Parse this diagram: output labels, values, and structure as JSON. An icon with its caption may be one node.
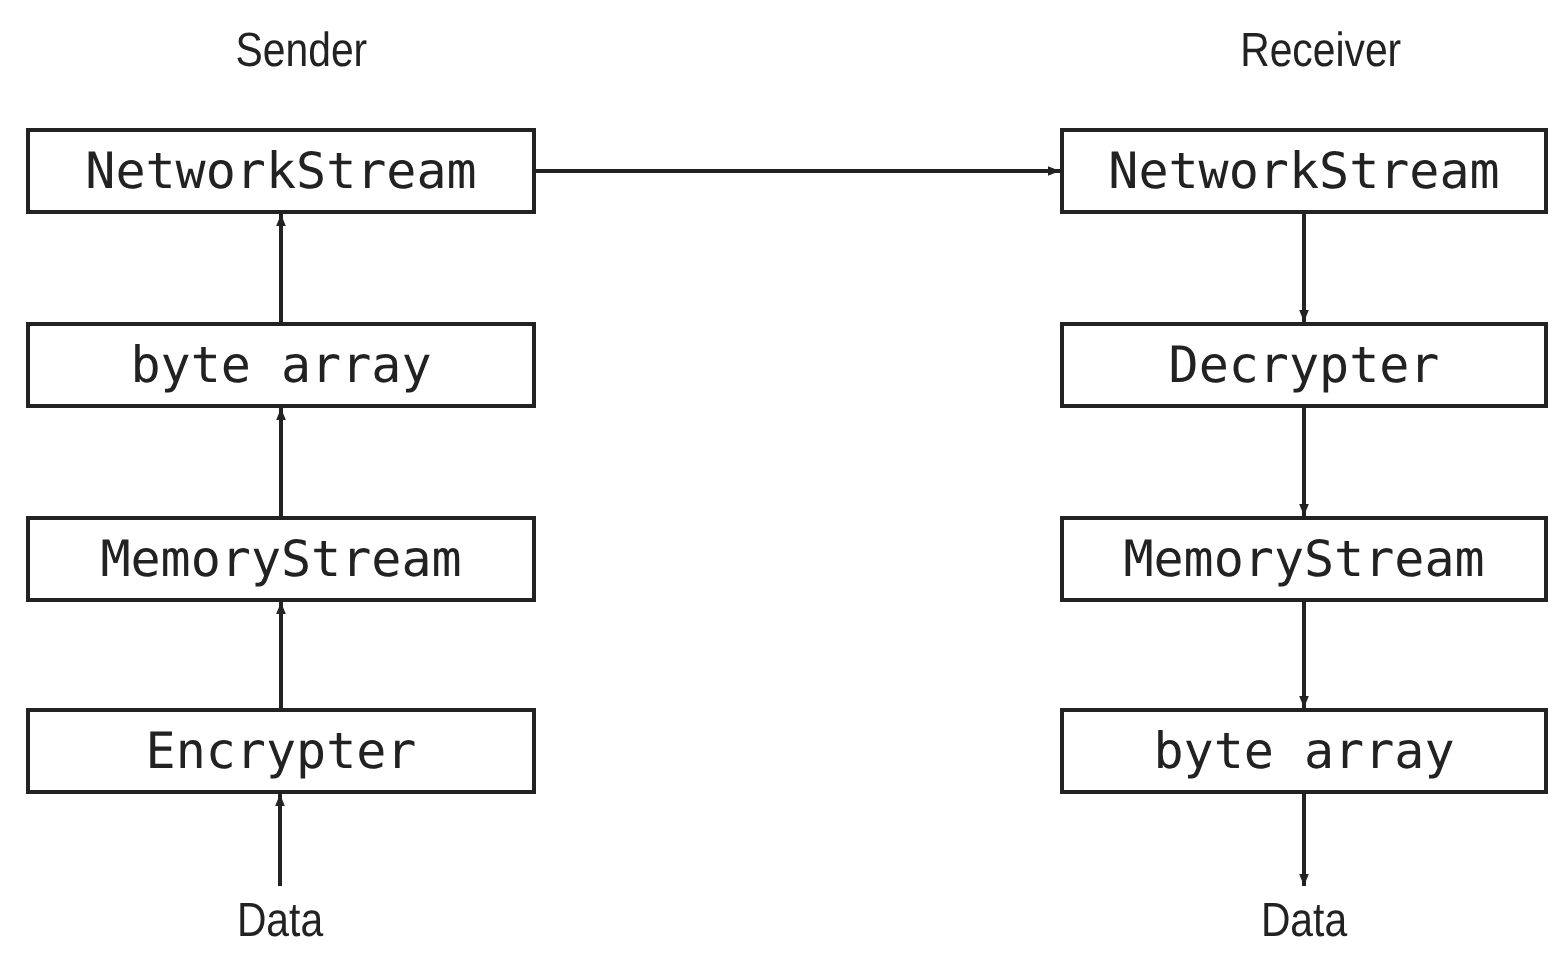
{
  "diagram": {
    "nodes": [
      {
        "text": [
          "NetworkStream"
        ]
      },
      {
        "text": [
          "byte array"
        ]
      },
      {
        "text": [
          "MemoryStream"
        ]
      },
      {
        "text": [
          "Encrypter"
        ]
      },
      {
        "text": [
          "Data"
        ]
      },
      {
        "text": [
          "NetworkStream"
        ]
      },
      {
        "text": [
          "Decrypter"
        ]
      },
      {
        "text": [
          "MemoryStream"
        ]
      },
      {
        "text": [
          "byte array"
        ]
      },
      {
        "text": [
          "Data"
        ]
      }
    ],
    "edges": [
      {
        "from": 1,
        "to": 0,
        "arrow": "to"
      },
      {
        "from": 2,
        "to": 1,
        "arrow": "to"
      },
      {
        "from": 3,
        "to": 2,
        "arrow": "to"
      },
      {
        "from": 4,
        "to": 3,
        "arrow": "to"
      },
      {
        "from": 0,
        "to": 5,
        "arrow": "to"
      },
      {
        "from": 5,
        "to": 6,
        "arrow": "to"
      },
      {
        "from": 6,
        "to": 7,
        "arrow": "to"
      },
      {
        "from": 7,
        "to": 8,
        "arrow": "to"
      },
      {
        "from": 8,
        "to": 9,
        "arrow": "to"
      }
    ],
    "labels": [
      "Sender",
      "Receiver"
    ]
  }
}
